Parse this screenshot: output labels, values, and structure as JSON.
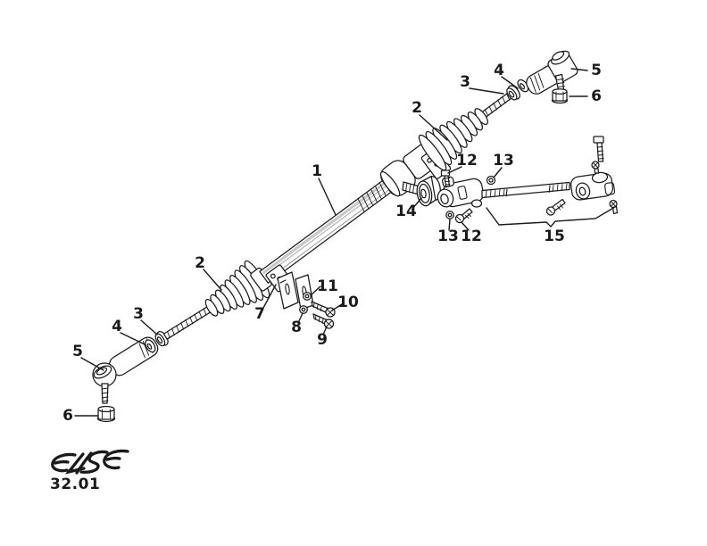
{
  "diagram": {
    "colors": {
      "line": "#1a1a1a",
      "background": "#ffffff",
      "fill": "#ffffff"
    },
    "callouts": [
      {
        "label": "1"
      },
      {
        "label": "2"
      },
      {
        "label": "3"
      },
      {
        "label": "4"
      },
      {
        "label": "5"
      },
      {
        "label": "6"
      },
      {
        "label": "12"
      },
      {
        "label": "13"
      },
      {
        "label": "14"
      },
      {
        "label": "13"
      },
      {
        "label": "12"
      },
      {
        "label": "15"
      },
      {
        "label": "2"
      },
      {
        "label": "7"
      },
      {
        "label": "11"
      },
      {
        "label": "10"
      },
      {
        "label": "8"
      },
      {
        "label": "9"
      },
      {
        "label": "3"
      },
      {
        "label": "4"
      },
      {
        "label": "5"
      },
      {
        "label": "6"
      }
    ]
  },
  "footer": {
    "brand": "ELISE",
    "section_code": "32.01"
  }
}
